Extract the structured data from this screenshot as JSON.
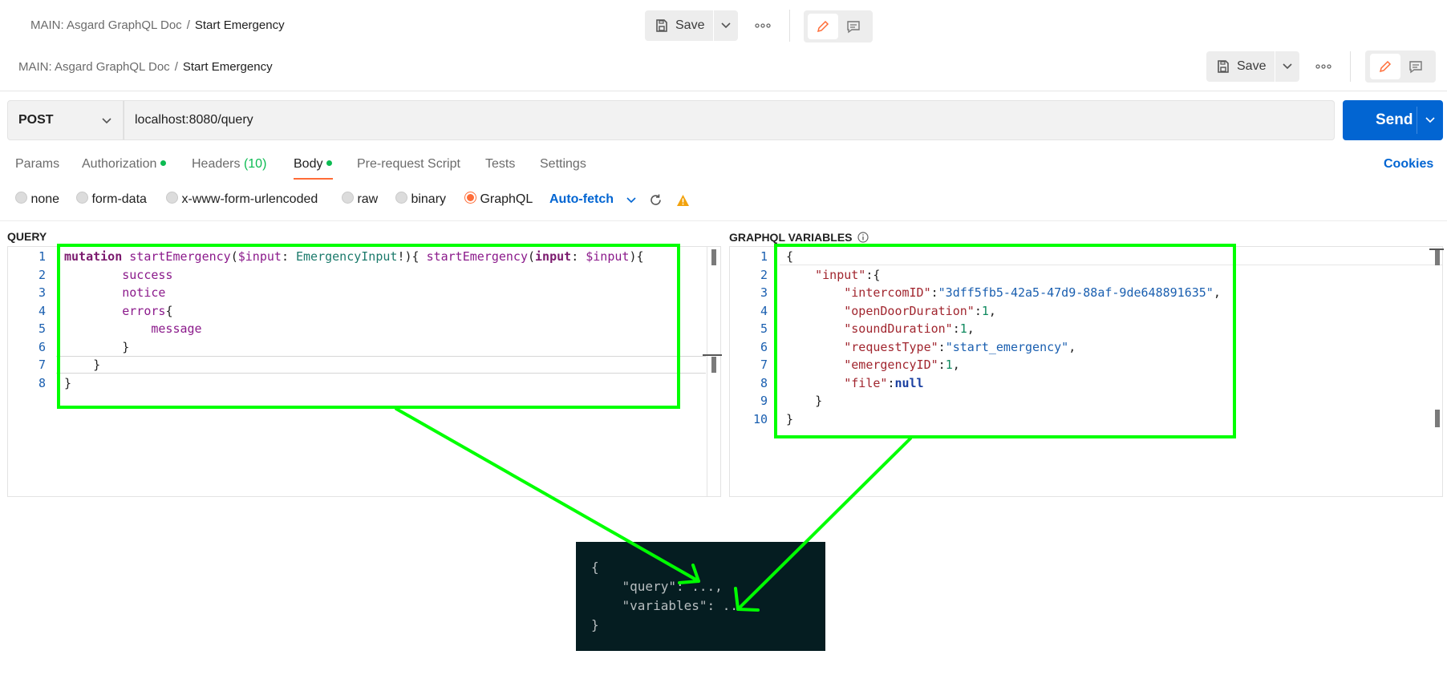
{
  "ghost_header": {
    "collection": "MAIN: Asgard GraphQL Doc",
    "separator": "/",
    "request": "Start Emergency",
    "save_label": "Save"
  },
  "header": {
    "collection": "MAIN: Asgard GraphQL Doc",
    "separator": "/",
    "request": "Start Emergency",
    "save_label": "Save"
  },
  "request": {
    "method": "POST",
    "url": "localhost:8080/query",
    "send_label": "Send"
  },
  "tabs": [
    {
      "label": "Params"
    },
    {
      "label": "Authorization"
    },
    {
      "label": "Headers",
      "count": "(10)"
    },
    {
      "label": "Body"
    },
    {
      "label": "Pre-request Script"
    },
    {
      "label": "Tests"
    },
    {
      "label": "Settings"
    }
  ],
  "cookies_label": "Cookies",
  "body_types": [
    "none",
    "form-data",
    "x-www-form-urlencoded",
    "raw",
    "binary",
    "GraphQL"
  ],
  "selected_body_type": "GraphQL",
  "auto_fetch_label": "Auto-fetch",
  "query_panel": {
    "label": "QUERY",
    "line_numbers": [
      "1",
      "2",
      "3",
      "4",
      "5",
      "6",
      "7",
      "8"
    ],
    "lines": [
      "mutation startEmergency($input: EmergencyInput!){ startEmergency(input: $input){",
      "        success",
      "        notice",
      "        errors{",
      "            message",
      "        }",
      "    }",
      "}"
    ]
  },
  "variables_panel": {
    "label": "GRAPHQL VARIABLES",
    "line_numbers": [
      "1",
      "2",
      "3",
      "4",
      "5",
      "6",
      "7",
      "8",
      "9",
      "10"
    ],
    "lines": [
      "{",
      "    \"input\":{",
      "        \"intercomID\":\"3dff5fb5-42a5-47d9-88af-9de648891635\",",
      "        \"openDoorDuration\":1,",
      "        \"soundDuration\":1,",
      "        \"requestType\":\"start_emergency\",",
      "        \"emergencyID\":1,",
      "        \"file\":null",
      "    }",
      "}"
    ]
  },
  "annotation": {
    "lines": [
      "{",
      "    \"query\": ...,",
      "    \"variables\": ...",
      "}"
    ],
    "highlight_color": "#00ff00"
  },
  "colors": {
    "accent": "#ff6c37",
    "send": "#0265d2",
    "dot": "#0cbb52"
  }
}
